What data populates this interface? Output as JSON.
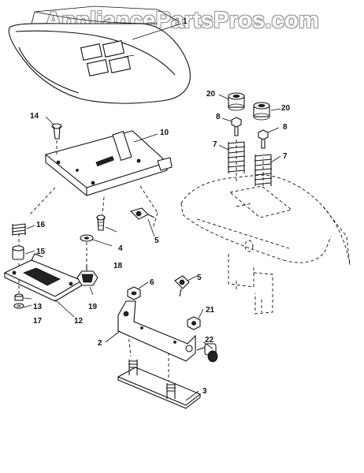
{
  "watermark": "AppliancePartsPros.com",
  "callouts": [
    "1",
    "2",
    "3",
    "4",
    "5",
    "5",
    "6",
    "7",
    "7",
    "8",
    "8",
    "10",
    "12",
    "13",
    "14",
    "15",
    "16",
    "17",
    "18",
    "19",
    "20",
    "20",
    "21",
    "22"
  ]
}
